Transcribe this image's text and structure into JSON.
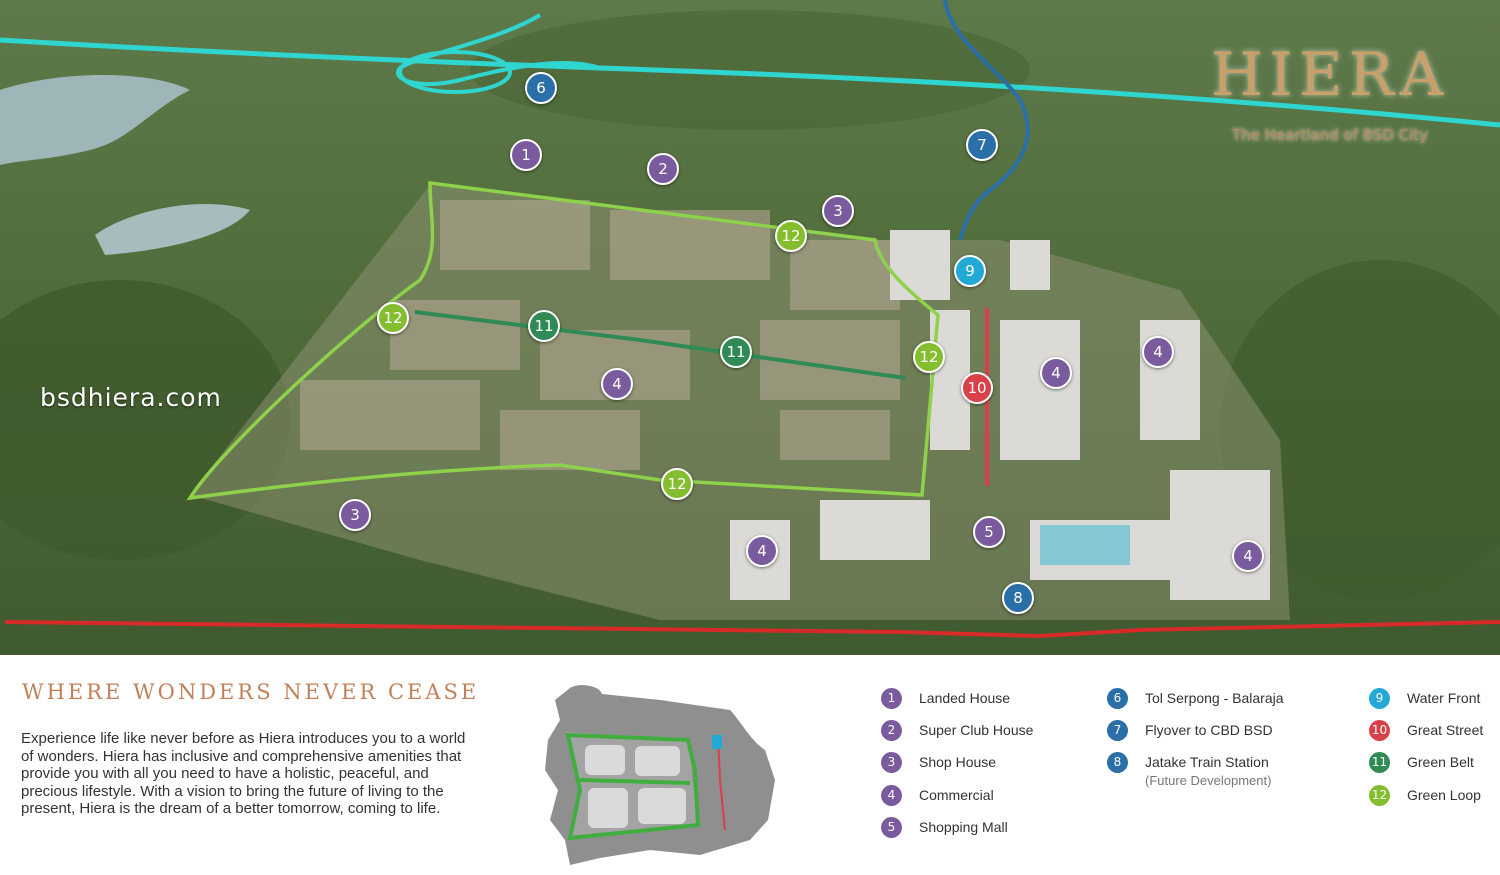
{
  "watermark": "bsdhiera.com",
  "logo": {
    "title": "HIERA",
    "subtitle": "The Heartland of BSD City"
  },
  "heading": "WHERE WONDERS NEVER CEASE",
  "description": "Experience life like never before as Hiera introduces you to a world of wonders. Hiera has inclusive and comprehensive amenities that provide you with all you need to have a holistic, peaceful, and precious lifestyle. With a vision to bring the future of living to the present, Hiera is the dream of a better tomorrow, coming to life.",
  "colors": {
    "purple": "#7a5c9e",
    "blue": "#2a6fa8",
    "cyan": "#23a9d6",
    "red": "#d9404a",
    "dark_green": "#2f8a55",
    "light_green": "#84be2e",
    "toll_road": "#2fd6cf",
    "rail": "#d92a2a",
    "heading": "#c0815a"
  },
  "legend": [
    {
      "num": "1",
      "label": "Landed House",
      "color": "purple"
    },
    {
      "num": "2",
      "label": "Super Club House",
      "color": "purple"
    },
    {
      "num": "3",
      "label": "Shop House",
      "color": "purple"
    },
    {
      "num": "4",
      "label": "Commercial",
      "color": "purple"
    },
    {
      "num": "5",
      "label": "Shopping Mall",
      "color": "purple"
    },
    {
      "num": "6",
      "label": "Tol Serpong - Balaraja",
      "color": "blue"
    },
    {
      "num": "7",
      "label": "Flyover to CBD BSD",
      "color": "blue"
    },
    {
      "num": "8",
      "label": "Jatake Train Station",
      "sub": "(Future Development)",
      "color": "blue"
    },
    {
      "num": "9",
      "label": "Water Front",
      "color": "cyan"
    },
    {
      "num": "10",
      "label": "Great Street",
      "color": "red"
    },
    {
      "num": "11",
      "label": "Green Belt",
      "color": "dark_green"
    },
    {
      "num": "12",
      "label": "Green Loop",
      "color": "light_green"
    }
  ],
  "map_markers": [
    {
      "num": "1",
      "color": "purple"
    },
    {
      "num": "2",
      "color": "purple"
    },
    {
      "num": "3",
      "color": "purple"
    },
    {
      "num": "3",
      "color": "purple"
    },
    {
      "num": "4",
      "color": "purple"
    },
    {
      "num": "4",
      "color": "purple"
    },
    {
      "num": "4",
      "color": "purple"
    },
    {
      "num": "4",
      "color": "purple"
    },
    {
      "num": "4",
      "color": "purple"
    },
    {
      "num": "5",
      "color": "purple"
    },
    {
      "num": "6",
      "color": "blue"
    },
    {
      "num": "7",
      "color": "blue"
    },
    {
      "num": "8",
      "color": "blue"
    },
    {
      "num": "9",
      "color": "cyan"
    },
    {
      "num": "10",
      "color": "red"
    },
    {
      "num": "11",
      "color": "dark_green"
    },
    {
      "num": "11",
      "color": "dark_green"
    },
    {
      "num": "12",
      "color": "light_green"
    },
    {
      "num": "12",
      "color": "light_green"
    },
    {
      "num": "12",
      "color": "light_green"
    },
    {
      "num": "12",
      "color": "light_green"
    }
  ]
}
